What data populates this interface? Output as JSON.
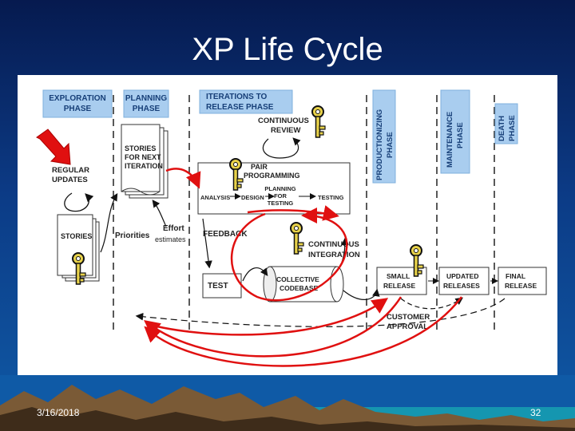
{
  "slide": {
    "title": "XP Life Cycle",
    "date": "3/16/2018",
    "page_number": "32"
  },
  "phases": {
    "exploration": [
      "EXPLORATION",
      "PHASE"
    ],
    "planning": [
      "PLANNING",
      "PHASE"
    ],
    "iterations": [
      "ITERATIONS TO",
      "RELEASE PHASE"
    ],
    "productionizing": [
      "PRODUCTIONIZING",
      "PHASE"
    ],
    "maintenance": [
      "MAINTENANCE",
      "PHASE"
    ],
    "death": [
      "DEATH",
      "PHASE"
    ]
  },
  "labels": {
    "regular_updates": [
      "REGULAR",
      "UPDATES"
    ],
    "stories": "STORIES",
    "stories_next": [
      "STORIES",
      "FOR NEXT",
      "ITERATION"
    ],
    "priorities": "Priorities",
    "effort": "Effort",
    "estimates": "estimates",
    "continuous_review": [
      "CONTINUOUS",
      "REVIEW"
    ],
    "pair_programming": [
      "PAIR",
      "PROGRAMMING"
    ],
    "analysis": "ANALYSIS",
    "design": "DESIGN",
    "planning_testing": [
      "PLANNING",
      "FOR",
      "TESTING"
    ],
    "testing": "TESTING",
    "feedback": "FEEDBACK",
    "continuous_integration": [
      "CONTINUOUS",
      "INTEGRATION"
    ],
    "test": "TEST",
    "collective_codebase": [
      "COLLECTIVE",
      "CODEBASE"
    ],
    "small_release": [
      "SMALL",
      "RELEASE"
    ],
    "updated_releases": [
      "UPDATED",
      "RELEASES"
    ],
    "final_release": [
      "FINAL",
      "RELEASE"
    ],
    "customer_approval": [
      "CUSTOMER",
      "APPROVAL"
    ]
  },
  "colors": {
    "phase_box": "#a9cdef",
    "arrow_red": "#e01010",
    "key_fill": "#e8d24a"
  }
}
